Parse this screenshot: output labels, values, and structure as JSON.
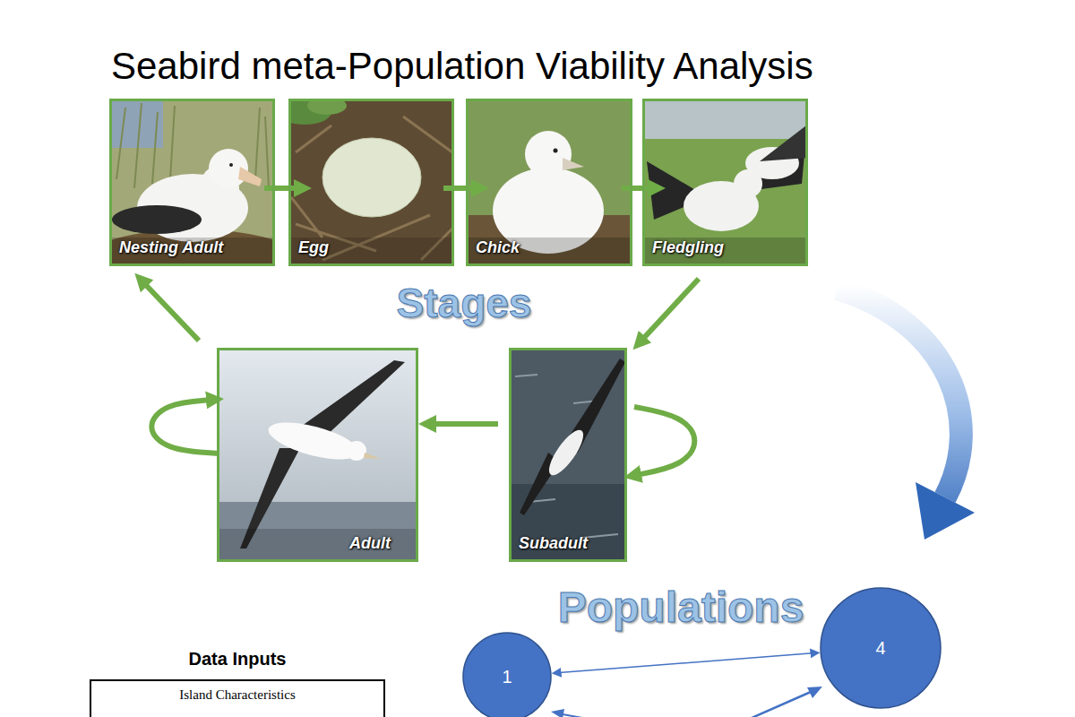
{
  "diagram": {
    "title": "Seabird meta-Population Viability Analysis",
    "nodes": [
      {
        "text": [
          "Nesting Adult"
        ]
      },
      {
        "text": [
          "Egg"
        ]
      },
      {
        "text": [
          "Chick"
        ]
      },
      {
        "text": [
          "Fledgling"
        ]
      },
      {
        "text": [
          "Adult"
        ]
      },
      {
        "text": [
          "Subadult"
        ]
      },
      {
        "text": [
          "Data Inputs",
          "Island Characteristics"
        ]
      },
      {
        "text": [
          "1"
        ]
      },
      {
        "text": [
          "4"
        ]
      }
    ],
    "edges": [
      {
        "from": 0,
        "to": 1,
        "arrow": "to"
      },
      {
        "from": 1,
        "to": 2,
        "arrow": "to"
      },
      {
        "from": 2,
        "to": 3,
        "arrow": "to"
      },
      {
        "from": 3,
        "to": 5,
        "arrow": "to"
      },
      {
        "from": 5,
        "to": 5,
        "arrow": "to"
      },
      {
        "from": 5,
        "to": 4,
        "arrow": "to"
      },
      {
        "from": 4,
        "to": 4,
        "arrow": "to"
      },
      {
        "from": 4,
        "to": 0,
        "arrow": "to"
      },
      {
        "from": 7,
        "to": 8,
        "arrow": "both"
      }
    ],
    "labels": [
      "Stages",
      "Populations"
    ]
  }
}
